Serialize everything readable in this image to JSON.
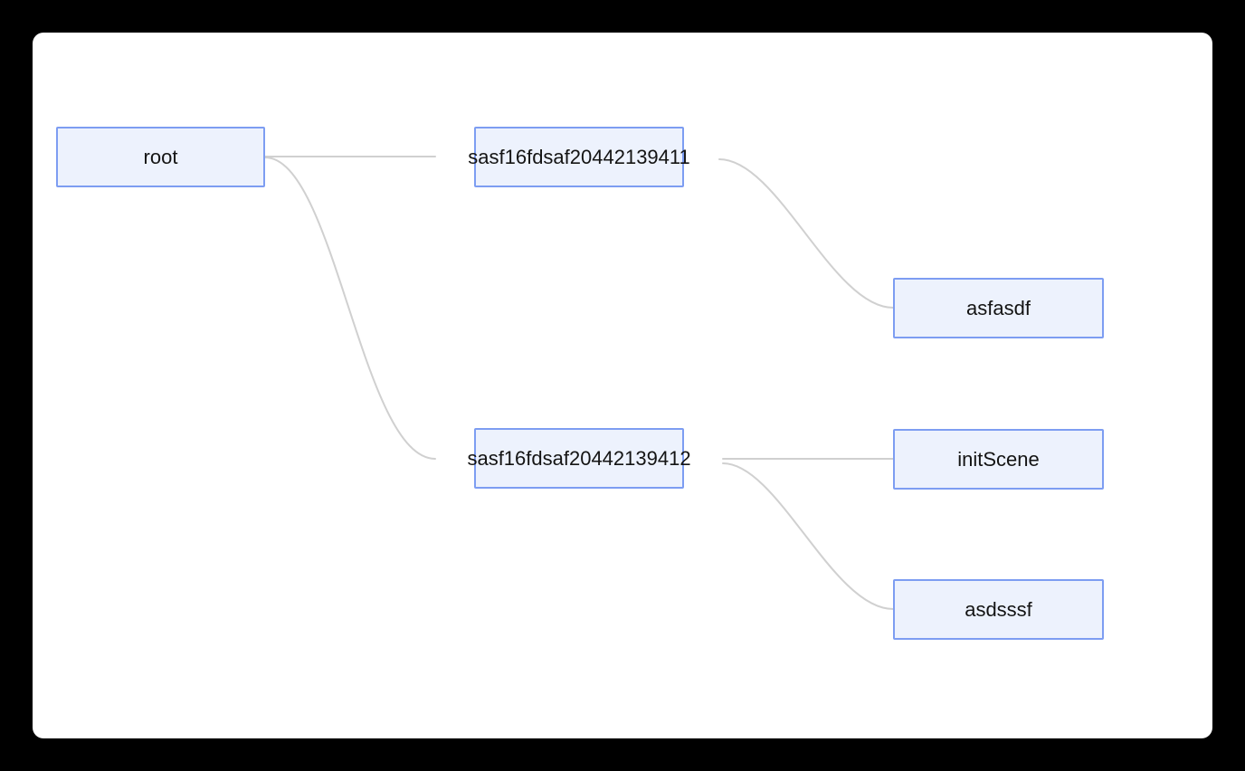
{
  "app": {
    "background_color": "#000000",
    "canvas_color": "#ffffff"
  },
  "diagram": {
    "type": "mindmap-tree",
    "nodes": [
      {
        "id": "root",
        "label": "root"
      },
      {
        "id": "node-1",
        "label": "sasf16fdsaf20442139411"
      },
      {
        "id": "node-2",
        "label": "sasf16fdsaf20442139412"
      },
      {
        "id": "node-1-1",
        "label": "asfasdf"
      },
      {
        "id": "node-2-1",
        "label": "initScene"
      },
      {
        "id": "node-2-2",
        "label": "asdsssf"
      }
    ],
    "edges": [
      {
        "from": "root",
        "to": "node-1"
      },
      {
        "from": "root",
        "to": "node-2"
      },
      {
        "from": "node-1",
        "to": "node-1-1"
      },
      {
        "from": "node-2",
        "to": "node-2-1"
      },
      {
        "from": "node-2",
        "to": "node-2-2"
      }
    ],
    "colors": {
      "node_fill": "#edf2fd",
      "node_border": "#7d9df2",
      "edge": "#d0d0d0",
      "text": "#141414"
    }
  }
}
